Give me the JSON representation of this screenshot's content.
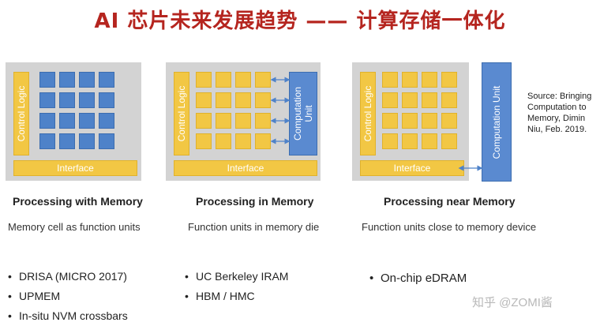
{
  "title": "AI 芯片未来发展趋势 —— 计算存储一体化",
  "source_note": "Source: Bringing Computation to Memory, Dimin Niu, Feb. 2019.",
  "watermark": "知乎 @ZOMI酱",
  "colors": {
    "title": "#b5251f",
    "memory_cell_blue": "#4e82c9",
    "logic_yellow": "#f2c744",
    "panel_gray": "#d3d3d3",
    "compute_blue": "#5a8ad0"
  },
  "panels": [
    {
      "control_label": "Control Logic",
      "interface_label": "Interface",
      "caption": "Processing with Memory",
      "subtitle": "Memory cell as function units",
      "bullets": [
        "DRISA (MICRO 2017)",
        "UPMEM",
        "In-situ NVM crossbars"
      ]
    },
    {
      "control_label": "Control Logic",
      "interface_label": "Interface",
      "compute_label": "Computation Unit",
      "caption": "Processing in Memory",
      "subtitle": "Function units in memory die",
      "bullets": [
        "UC Berkeley IRAM",
        "HBM / HMC"
      ]
    },
    {
      "control_label": "Control Logic",
      "interface_label": "Interface",
      "compute_label": "Computation Unit",
      "caption": "Processing near Memory",
      "subtitle": "Function units close to memory device",
      "bullets": [
        "On-chip eDRAM"
      ]
    }
  ]
}
